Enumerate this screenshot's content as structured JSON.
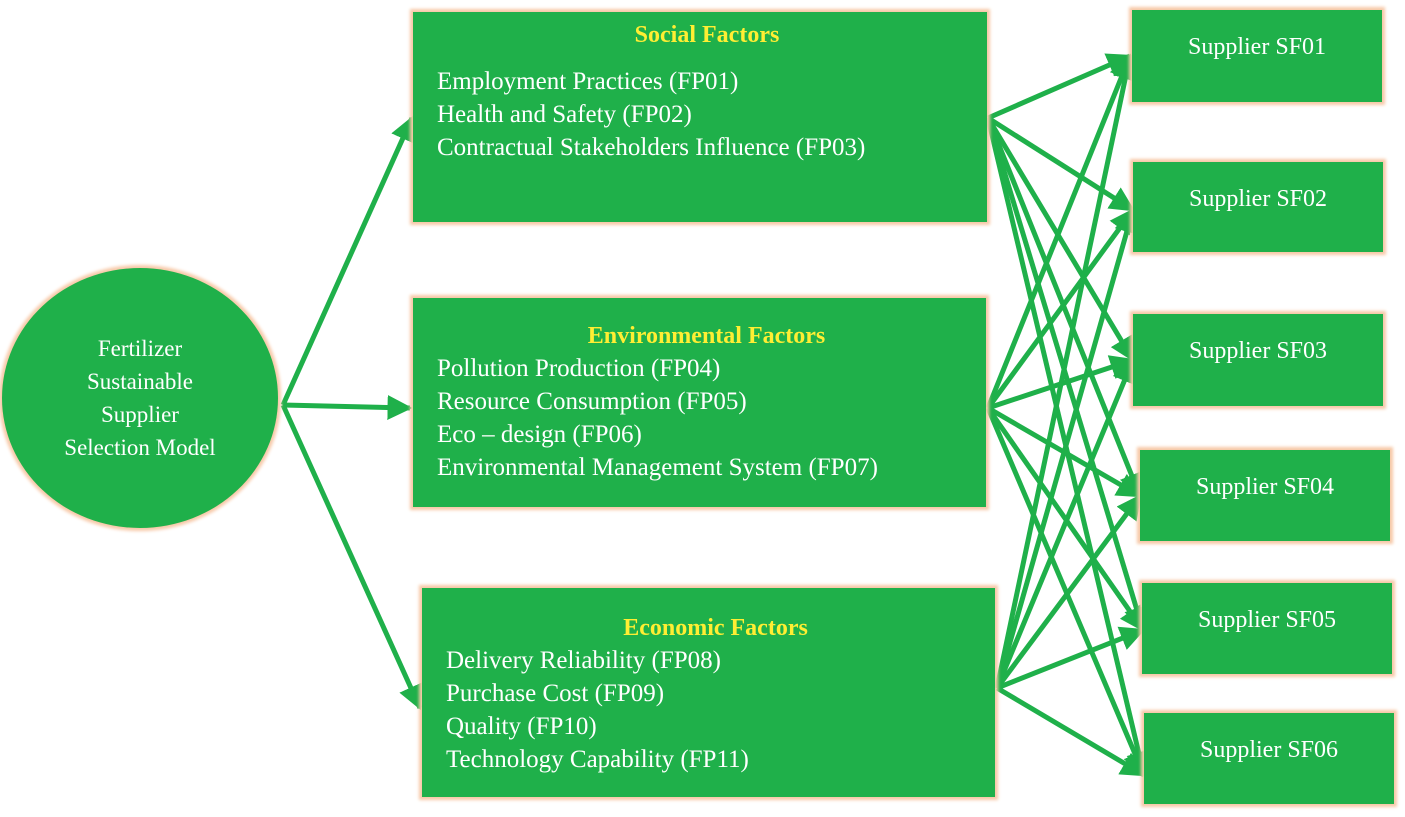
{
  "root": {
    "label": "Fertilizer Sustainable Supplier Selection Model"
  },
  "factors": [
    {
      "title": "Social Factors",
      "items": [
        "Employment Practices (FP01)",
        "Health and Safety (FP02)",
        "Contractual Stakeholders Influence (FP03)"
      ]
    },
    {
      "title": "Environmental Factors",
      "items": [
        "Pollution Production (FP04)",
        "Resource Consumption (FP05)",
        "Eco – design (FP06)",
        "Environmental Management System (FP07)"
      ]
    },
    {
      "title": "Economic Factors",
      "items": [
        "Delivery Reliability (FP08)",
        "Purchase Cost (FP09)",
        "Quality (FP10)",
        "Technology Capability (FP11)"
      ]
    }
  ],
  "suppliers": [
    "Supplier SF01",
    "Supplier SF02",
    "Supplier SF03",
    "Supplier SF04",
    "Supplier SF05",
    "Supplier SF06"
  ],
  "colors": {
    "box_fill": "#1fb04a",
    "arrow": "#1fb04a",
    "glow": "#f7c9a8",
    "title_text": "#ffee33",
    "body_text": "#ffffff"
  }
}
